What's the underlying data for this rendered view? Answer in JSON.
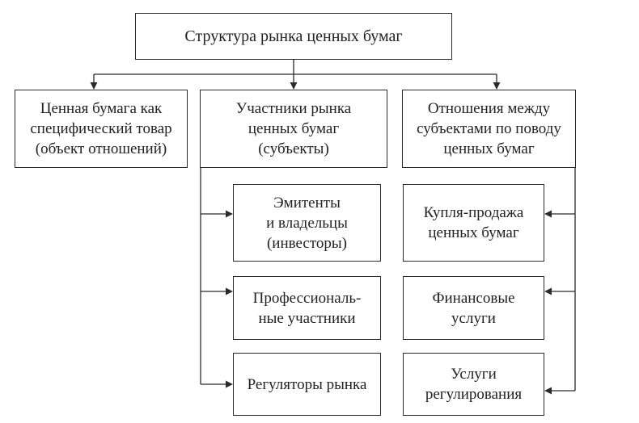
{
  "diagram": {
    "root": "Структура рынка ценных бумаг",
    "categories": [
      {
        "label": "Ценная бумага как\nспецифический товар\n(объект отношений)"
      },
      {
        "label": "Участники рынка\nценных бумаг\n(субъекты)"
      },
      {
        "label": "Отношения между\nсубъектами по поводу\nценных бумаг"
      }
    ],
    "participants": [
      {
        "label": "Эмитенты\nи владельцы\n(инвесторы)"
      },
      {
        "label": "Профессиональ-\nные участники"
      },
      {
        "label": "Регуляторы рынка"
      }
    ],
    "relations": [
      {
        "label": "Купля-продажа\nценных бумаг"
      },
      {
        "label": "Финансовые\nуслуги"
      },
      {
        "label": "Услуги\nрегулирования"
      }
    ]
  },
  "colors": {
    "line": "#2a2a2a",
    "text": "#222222",
    "background": "#ffffff"
  }
}
